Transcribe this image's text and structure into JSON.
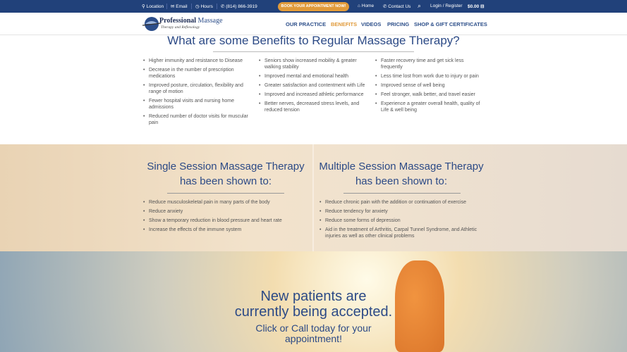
{
  "topbar": {
    "location": "Location",
    "email": "Email",
    "hours": "Hours",
    "phone": "(814) 866-3919",
    "book": "BOOK YOUR APPOINTMENT NOW!",
    "home": "Home",
    "contact": "Contact Us",
    "login": "Login / Register",
    "cart": "$0.00"
  },
  "logo": {
    "line1a": "Professional",
    "line1b": "Massage",
    "line2": "Therapy and Reflexology"
  },
  "nav": [
    "OUR PRACTICE",
    "BENEFITS",
    "VIDEOS",
    "PRICING",
    "SHOP & GIFT CERTIFICATES"
  ],
  "benefits": {
    "title": "What are some Benefits to Regular Massage Therapy?",
    "col1": [
      "Higher immunity and resistance to Disease",
      "Decrease in the number of prescription medications",
      "Improved posture, circulation, flexibility and range of motion",
      "Fewer hospital visits and nursing home admissions",
      "Reduced number of doctor visits for muscular pain"
    ],
    "col2": [
      "Seniors show increased mobility & greater walking stability",
      "Improved mental and emotional health",
      "Greater satisfaction and contentment with Life",
      "Improved and increased athletic performance",
      "Better nerves, decreased stress levels, and reduced tension"
    ],
    "col3": [
      "Faster recovery time and get sick less frequently",
      "Less time lost from work due to injury or pain",
      "Improved sense of well being",
      "Feel stronger, walk better, and travel easier",
      "Experience a greater overall health, quality of Life & well being"
    ]
  },
  "single": {
    "title": "Single Session Massage Therapy has been shown to:",
    "items": [
      "Reduce musculoskeletal pain in many parts of the body",
      "Reduce anxiety",
      "Show a temporary reduction in blood pressure and heart rate",
      "Increase the effects of the immune system"
    ]
  },
  "multiple": {
    "title": "Multiple Session Massage Therapy has been shown to:",
    "items": [
      "Reduce chronic pain with the addition or continuation of exercise",
      "Reduce tendency for anxiety",
      "Reduce some forms of depression",
      "Aid in the treatment of Arthritis, Carpal Tunnel Syndrome, and Athletic injuries as well as other clinical problems"
    ]
  },
  "hero": {
    "line1": "New patients are",
    "line2": "currently being accepted.",
    "line3": "Click or Call today for your",
    "line4": "appointment!"
  },
  "colors": {
    "navy": "#21417a",
    "accent": "#e09a3a"
  }
}
